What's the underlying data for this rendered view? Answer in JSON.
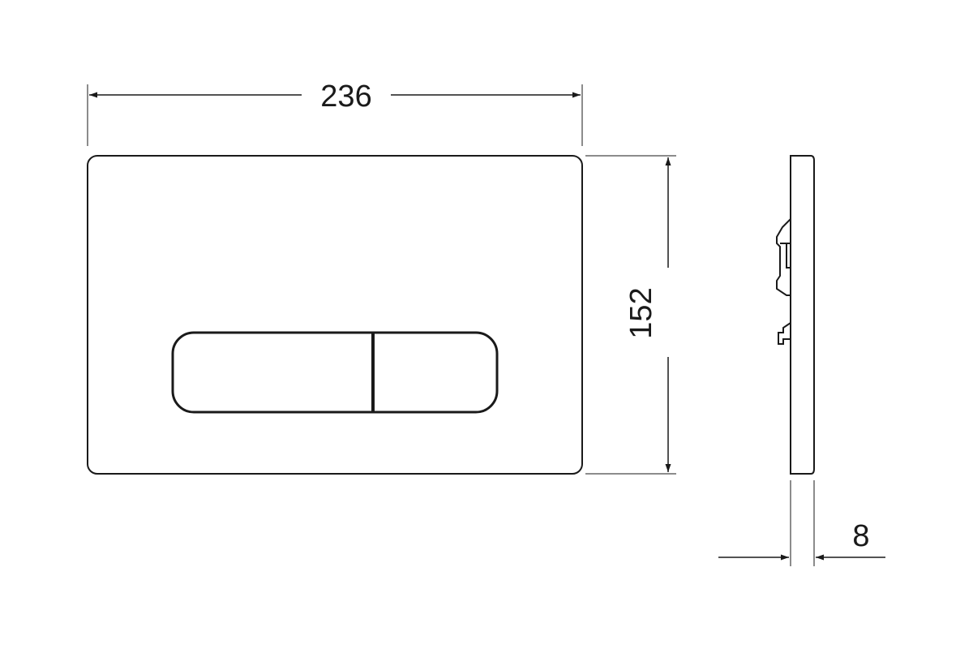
{
  "dimensions": {
    "width": "236",
    "height": "152",
    "thickness": "8"
  },
  "colors": {
    "stroke": "#1a1a1a",
    "background": "#ffffff"
  }
}
